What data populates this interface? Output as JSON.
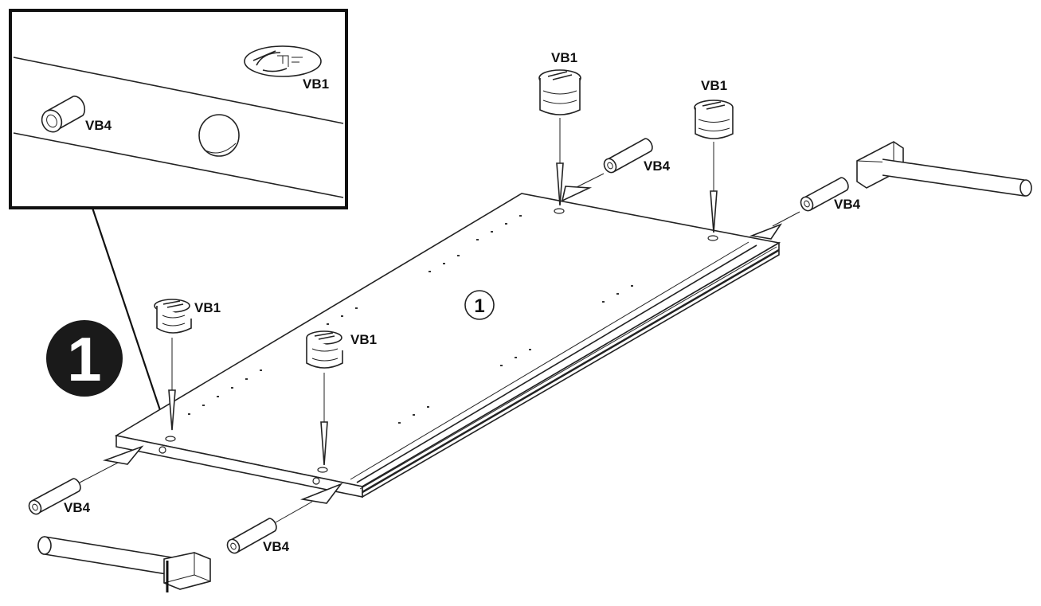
{
  "step": {
    "number": "1",
    "panel_number": "1"
  },
  "parts": {
    "cam_lock": "VB1",
    "dowel": "VB4"
  },
  "inset": {
    "cam_label": "VB1",
    "dowel_label": "VB4"
  },
  "cam_locks": [
    {
      "label": "VB1"
    },
    {
      "label": "VB1"
    },
    {
      "label": "VB1"
    },
    {
      "label": "VB1"
    }
  ],
  "dowels": [
    {
      "label": "VB4"
    },
    {
      "label": "VB4"
    },
    {
      "label": "VB4"
    },
    {
      "label": "VB4"
    }
  ],
  "icons": [
    "hammer-icon",
    "cam-lock-icon",
    "wooden-dowel-icon",
    "insertion-arrow-icon",
    "magnifier-callout-icon"
  ],
  "colors": {
    "ink": "#222222",
    "badge": "#1a1a1a",
    "paper": "#ffffff"
  }
}
